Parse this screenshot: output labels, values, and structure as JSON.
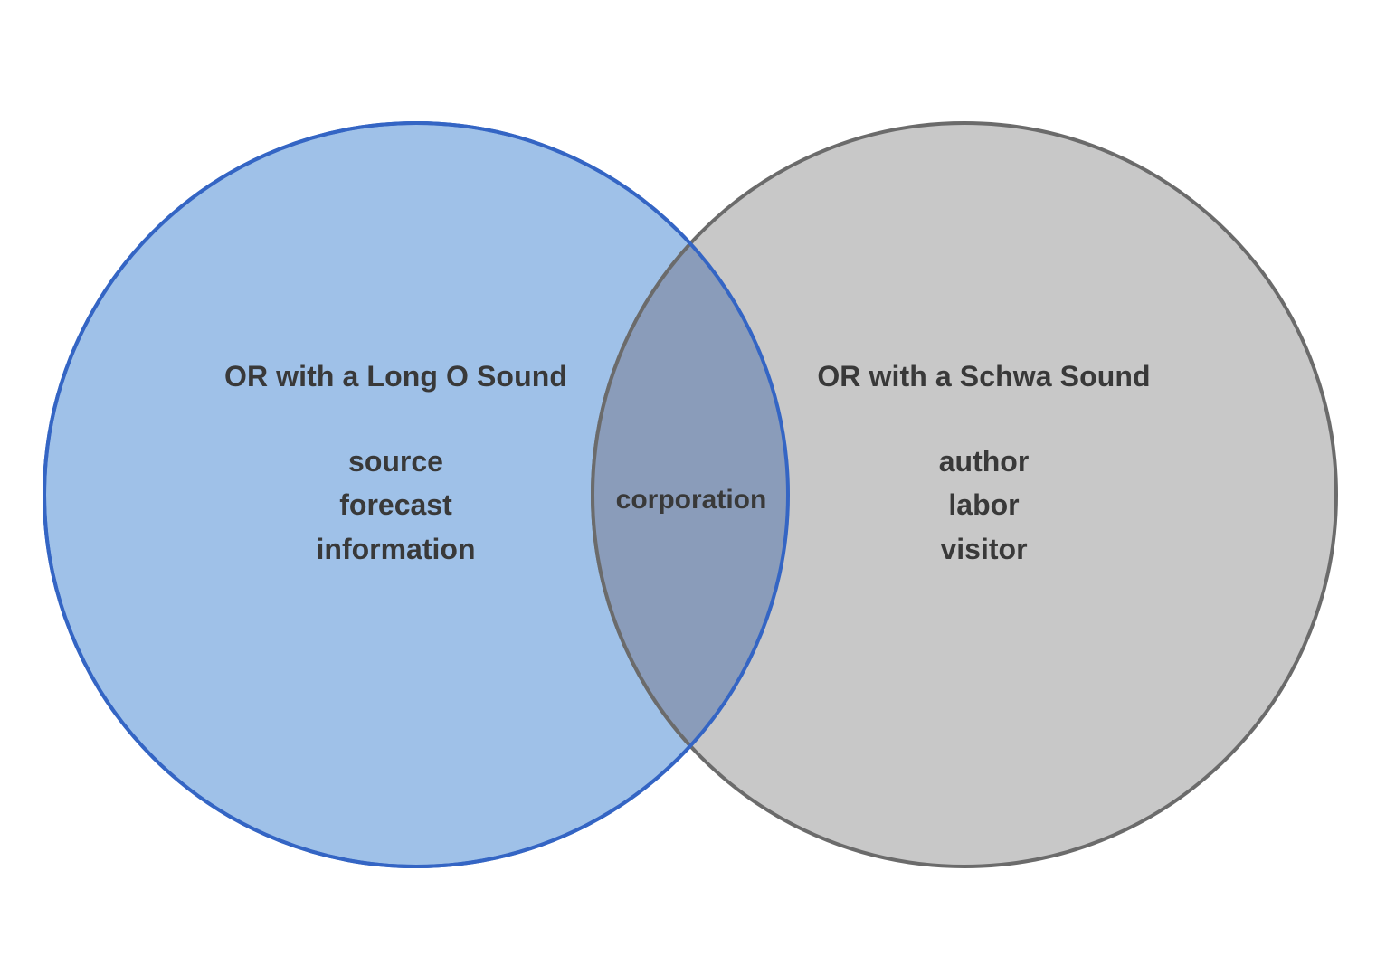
{
  "diagram": {
    "type": "venn-2-set",
    "title_visible": false,
    "background_color": "#ffffff",
    "text_color": "#393939"
  },
  "left_set": {
    "label": "OR with a Long O Sound",
    "fill_color": "#9FC1E8",
    "stroke_color": "#3465C4",
    "items": [
      "source",
      "forecast",
      "information"
    ]
  },
  "right_set": {
    "label": "OR with a Schwa Sound",
    "fill_color": "#C0C0C0",
    "stroke_color": "#6B6B6B",
    "items": [
      "author",
      "labor",
      "visitor"
    ]
  },
  "intersection": {
    "label": "",
    "fill_color": "#8A9CBA",
    "items": [
      "corporation"
    ]
  },
  "chart_data": {
    "type": "venn",
    "title": "",
    "sets": [
      {
        "name": "OR with a Long O Sound",
        "members": [
          "source",
          "forecast",
          "information"
        ],
        "fill": "#9FC1E8",
        "stroke": "#3465C4"
      },
      {
        "name": "OR with a Schwa Sound",
        "members": [
          "author",
          "labor",
          "visitor"
        ],
        "fill": "#C0C0C0",
        "stroke": "#6B6B6B"
      }
    ],
    "intersection_members": [
      "corporation"
    ],
    "legend": "none",
    "grid": false
  }
}
